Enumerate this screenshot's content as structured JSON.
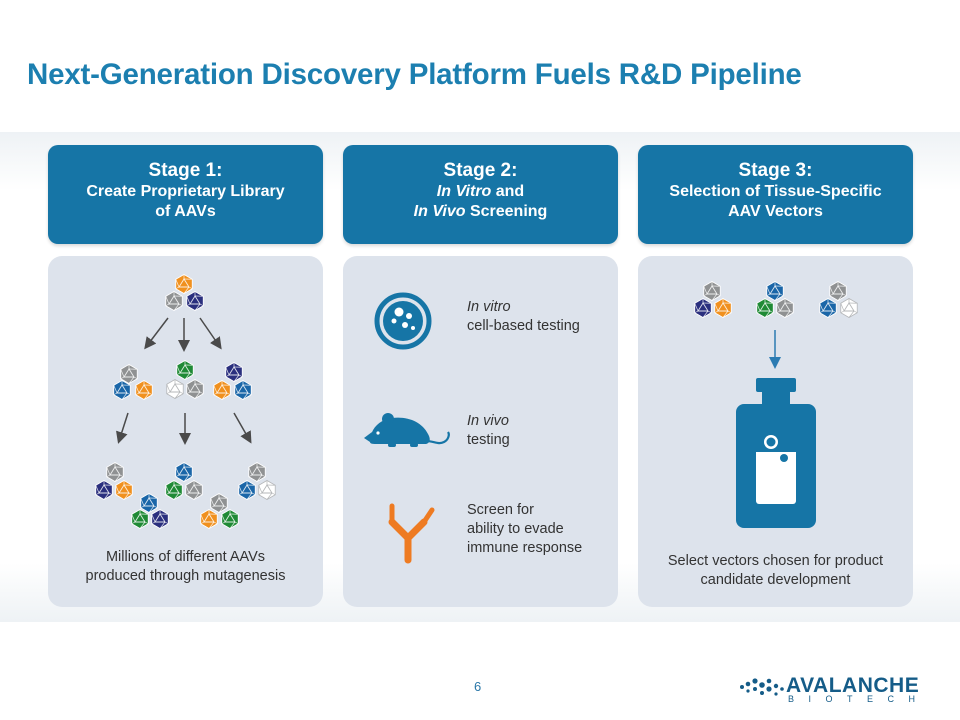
{
  "title": "Next-Generation Discovery Platform Fuels R&D Pipeline",
  "stages": [
    {
      "heading": "Stage 1:",
      "line1": "Create Proprietary Library",
      "line2": "of AAVs",
      "caption1": "Millions of different AAVs",
      "caption2": "produced through mutagenesis"
    },
    {
      "heading": "Stage 2:",
      "line1_italic": "In Vitro",
      "line1_rest": " and",
      "line2_italic": "In Vivo",
      "line2_rest": " Screening",
      "items": [
        {
          "icon": "petri-dish-icon",
          "italic": "In vitro",
          "text": "cell-based testing"
        },
        {
          "icon": "mouse-icon",
          "italic": "In vivo",
          "text": "testing"
        },
        {
          "icon": "antibody-icon",
          "line1": "Screen for",
          "line2": "ability to evade",
          "line3": "immune response"
        }
      ]
    },
    {
      "heading": "Stage 3:",
      "line1": "Selection of Tissue-Specific",
      "line2": "AAV Vectors",
      "caption1": "Select vectors chosen for product",
      "caption2": "candidate development"
    }
  ],
  "page_number": "6",
  "logo": {
    "name": "AVALANCHE",
    "sub": "BIOTECH"
  },
  "colors": {
    "brand_blue": "#1675a6",
    "title_blue": "#1c7fb0",
    "panel": "#dde3ec",
    "orange": "#f0901e",
    "gray": "#8f9192",
    "navy": "#2a2f7e",
    "blue": "#1a66a8",
    "green": "#1f8a35",
    "white": "#ffffff"
  }
}
